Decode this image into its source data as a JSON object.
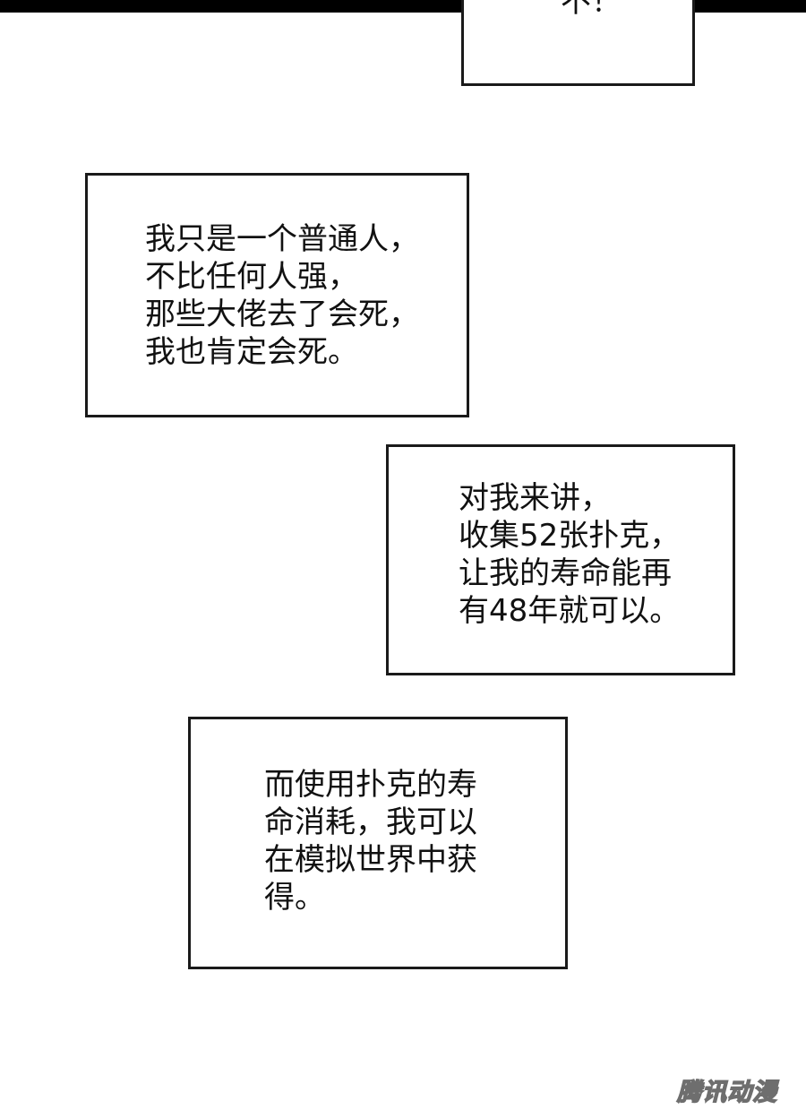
{
  "top_box": {
    "lines": [
      "不！"
    ]
  },
  "box_1": {
    "lines": [
      "我只是一个普通人，",
      "不比任何人强，",
      "那些大佬去了会死，",
      "我也肯定会死。"
    ]
  },
  "box_2": {
    "lines": [
      "对我来讲，",
      "收集52张扑克，",
      "让我的寿命能再",
      "有48年就可以。"
    ]
  },
  "box_3": {
    "lines": [
      "而使用扑克的寿",
      "命消耗，我可以",
      "在模拟世界中获",
      "得。"
    ]
  },
  "watermark": {
    "text": "腾讯动漫"
  }
}
